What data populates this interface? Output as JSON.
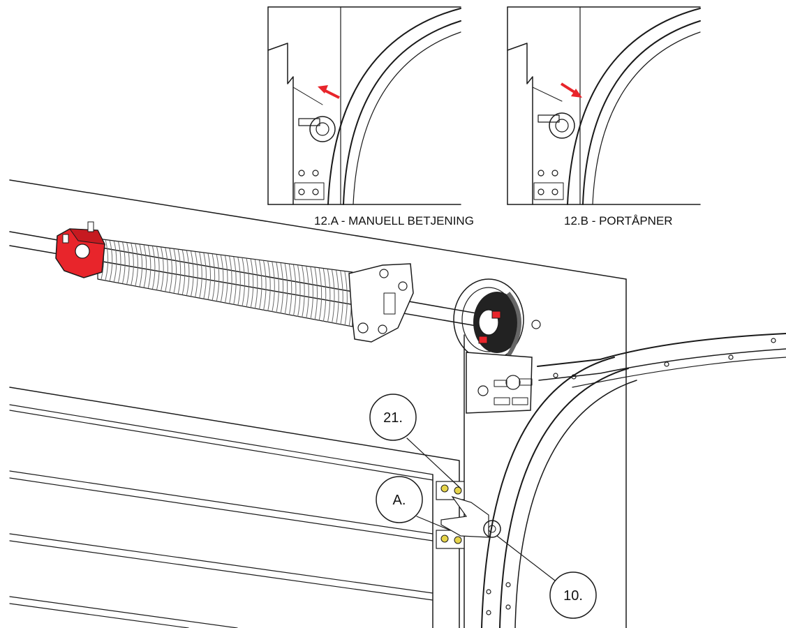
{
  "captions": {
    "detail_a": "12.A - MANUELL BETJENING",
    "detail_b": "12.B - PORTÅPNER"
  },
  "callouts": {
    "c21": "21.",
    "cA": "A.",
    "c10": "10."
  },
  "colors": {
    "highlight": "#e8252b",
    "line": "#1a1a1a",
    "bolt_yellow": "#e6d44a",
    "shaft_fill": "#f4f4f4"
  }
}
